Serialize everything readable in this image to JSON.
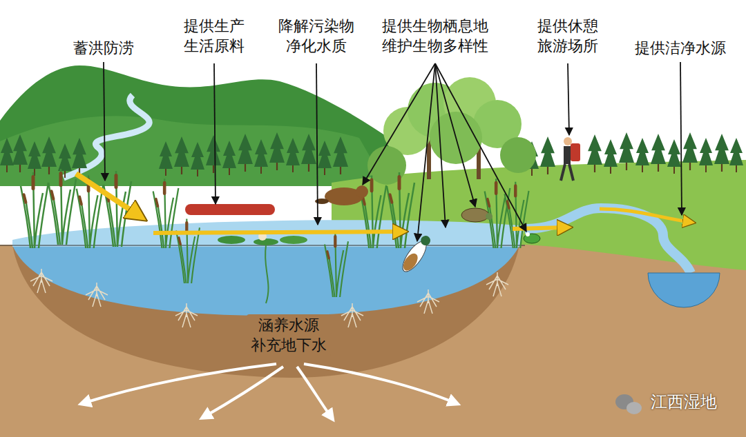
{
  "diagram": {
    "labels": [
      "蓄洪防涝",
      "提供生产 生活原料",
      "降解污染物 净化水质",
      "提供生物栖息地 维护生物多样性",
      "提供休憩 旅游场所",
      "提供洁净水源",
      "涵养水源 补充地下水",
      "江西湿地"
    ]
  }
}
